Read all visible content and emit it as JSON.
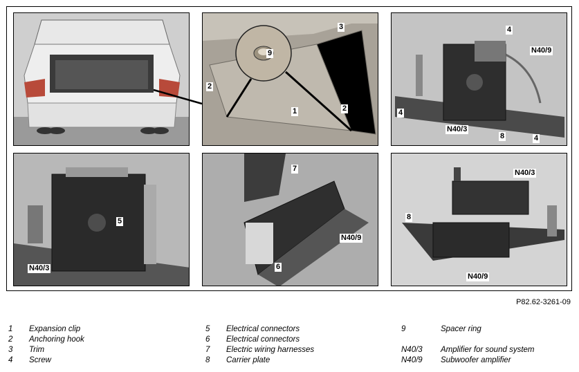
{
  "reference": "P82.62-3261-09",
  "panels": {
    "p2": {
      "callouts": {
        "c9": "9",
        "c3": "3",
        "c2a": "2",
        "c1": "1",
        "c2b": "2"
      }
    },
    "p3": {
      "callouts": {
        "c4a": "4",
        "cn409": "N40/9",
        "c4b": "4",
        "cn403": "N40/3",
        "c8": "8",
        "c4c": "4"
      }
    },
    "p4": {
      "callouts": {
        "c5": "5",
        "cn403": "N40/3"
      }
    },
    "p5": {
      "callouts": {
        "c7": "7",
        "cn409": "N40/9",
        "c6": "6"
      }
    },
    "p6": {
      "callouts": {
        "cn403": "N40/3",
        "c8": "8",
        "cn409": "N40/9"
      }
    }
  },
  "legend": {
    "col1": [
      {
        "num": "1",
        "text": "Expansion clip"
      },
      {
        "num": "2",
        "text": "Anchoring hook"
      },
      {
        "num": "3",
        "text": "Trim"
      },
      {
        "num": "4",
        "text": "Screw"
      }
    ],
    "col2": [
      {
        "num": "5",
        "text": "Electrical connectors"
      },
      {
        "num": "6",
        "text": "Electrical connectors"
      },
      {
        "num": "7",
        "text": "Electric wiring harnesses"
      },
      {
        "num": "8",
        "text": "Carrier plate"
      }
    ],
    "col3": [
      {
        "num": "9",
        "text": "Spacer ring"
      },
      {
        "num": "N40/3",
        "text": "Amplifier for sound system"
      },
      {
        "num": "N40/9",
        "text": "Subwoofer amplifier"
      }
    ]
  }
}
